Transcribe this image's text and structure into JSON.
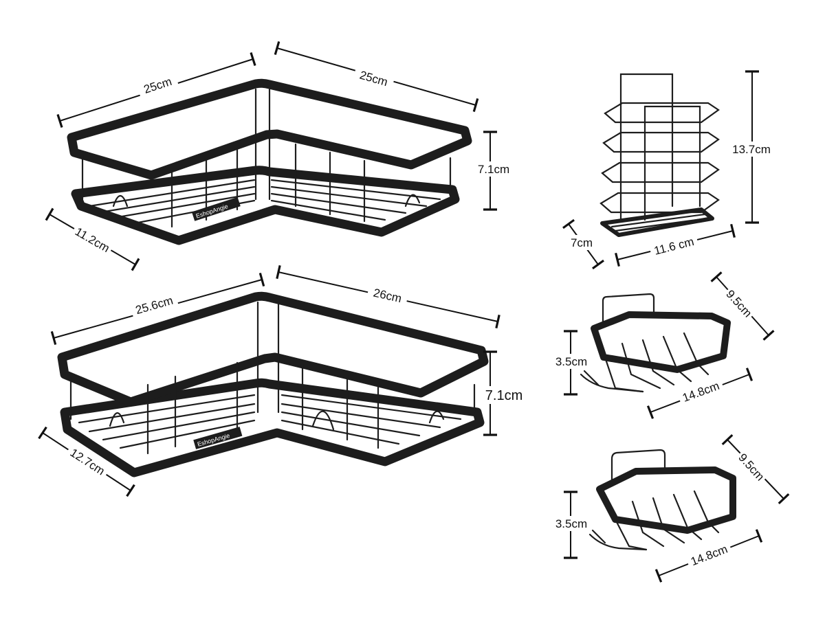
{
  "products": [
    {
      "id": "corner-shelf-small",
      "brand": "EshopAngie",
      "dimensions": {
        "left_width": "25cm",
        "right_width": "25cm",
        "height": "7.1cm",
        "depth": "11.2cm"
      }
    },
    {
      "id": "corner-shelf-large",
      "brand": "EshopAngie",
      "dimensions": {
        "left_width": "25.6cm",
        "right_width": "26cm",
        "height": "7.1cm",
        "depth": "12.7cm"
      }
    },
    {
      "id": "toothbrush-holder",
      "dimensions": {
        "height": "13.7cm",
        "depth": "7cm",
        "width": "11.6 cm"
      }
    },
    {
      "id": "soap-dish-1",
      "dimensions": {
        "depth": "9.5cm",
        "height": "3.5cm",
        "width": "14.8cm"
      }
    },
    {
      "id": "soap-dish-2",
      "dimensions": {
        "depth": "9.5cm",
        "height": "3.5cm",
        "width": "14.8cm"
      }
    }
  ],
  "colors": {
    "frame": "#1d1d1d",
    "background": "#ffffff"
  }
}
